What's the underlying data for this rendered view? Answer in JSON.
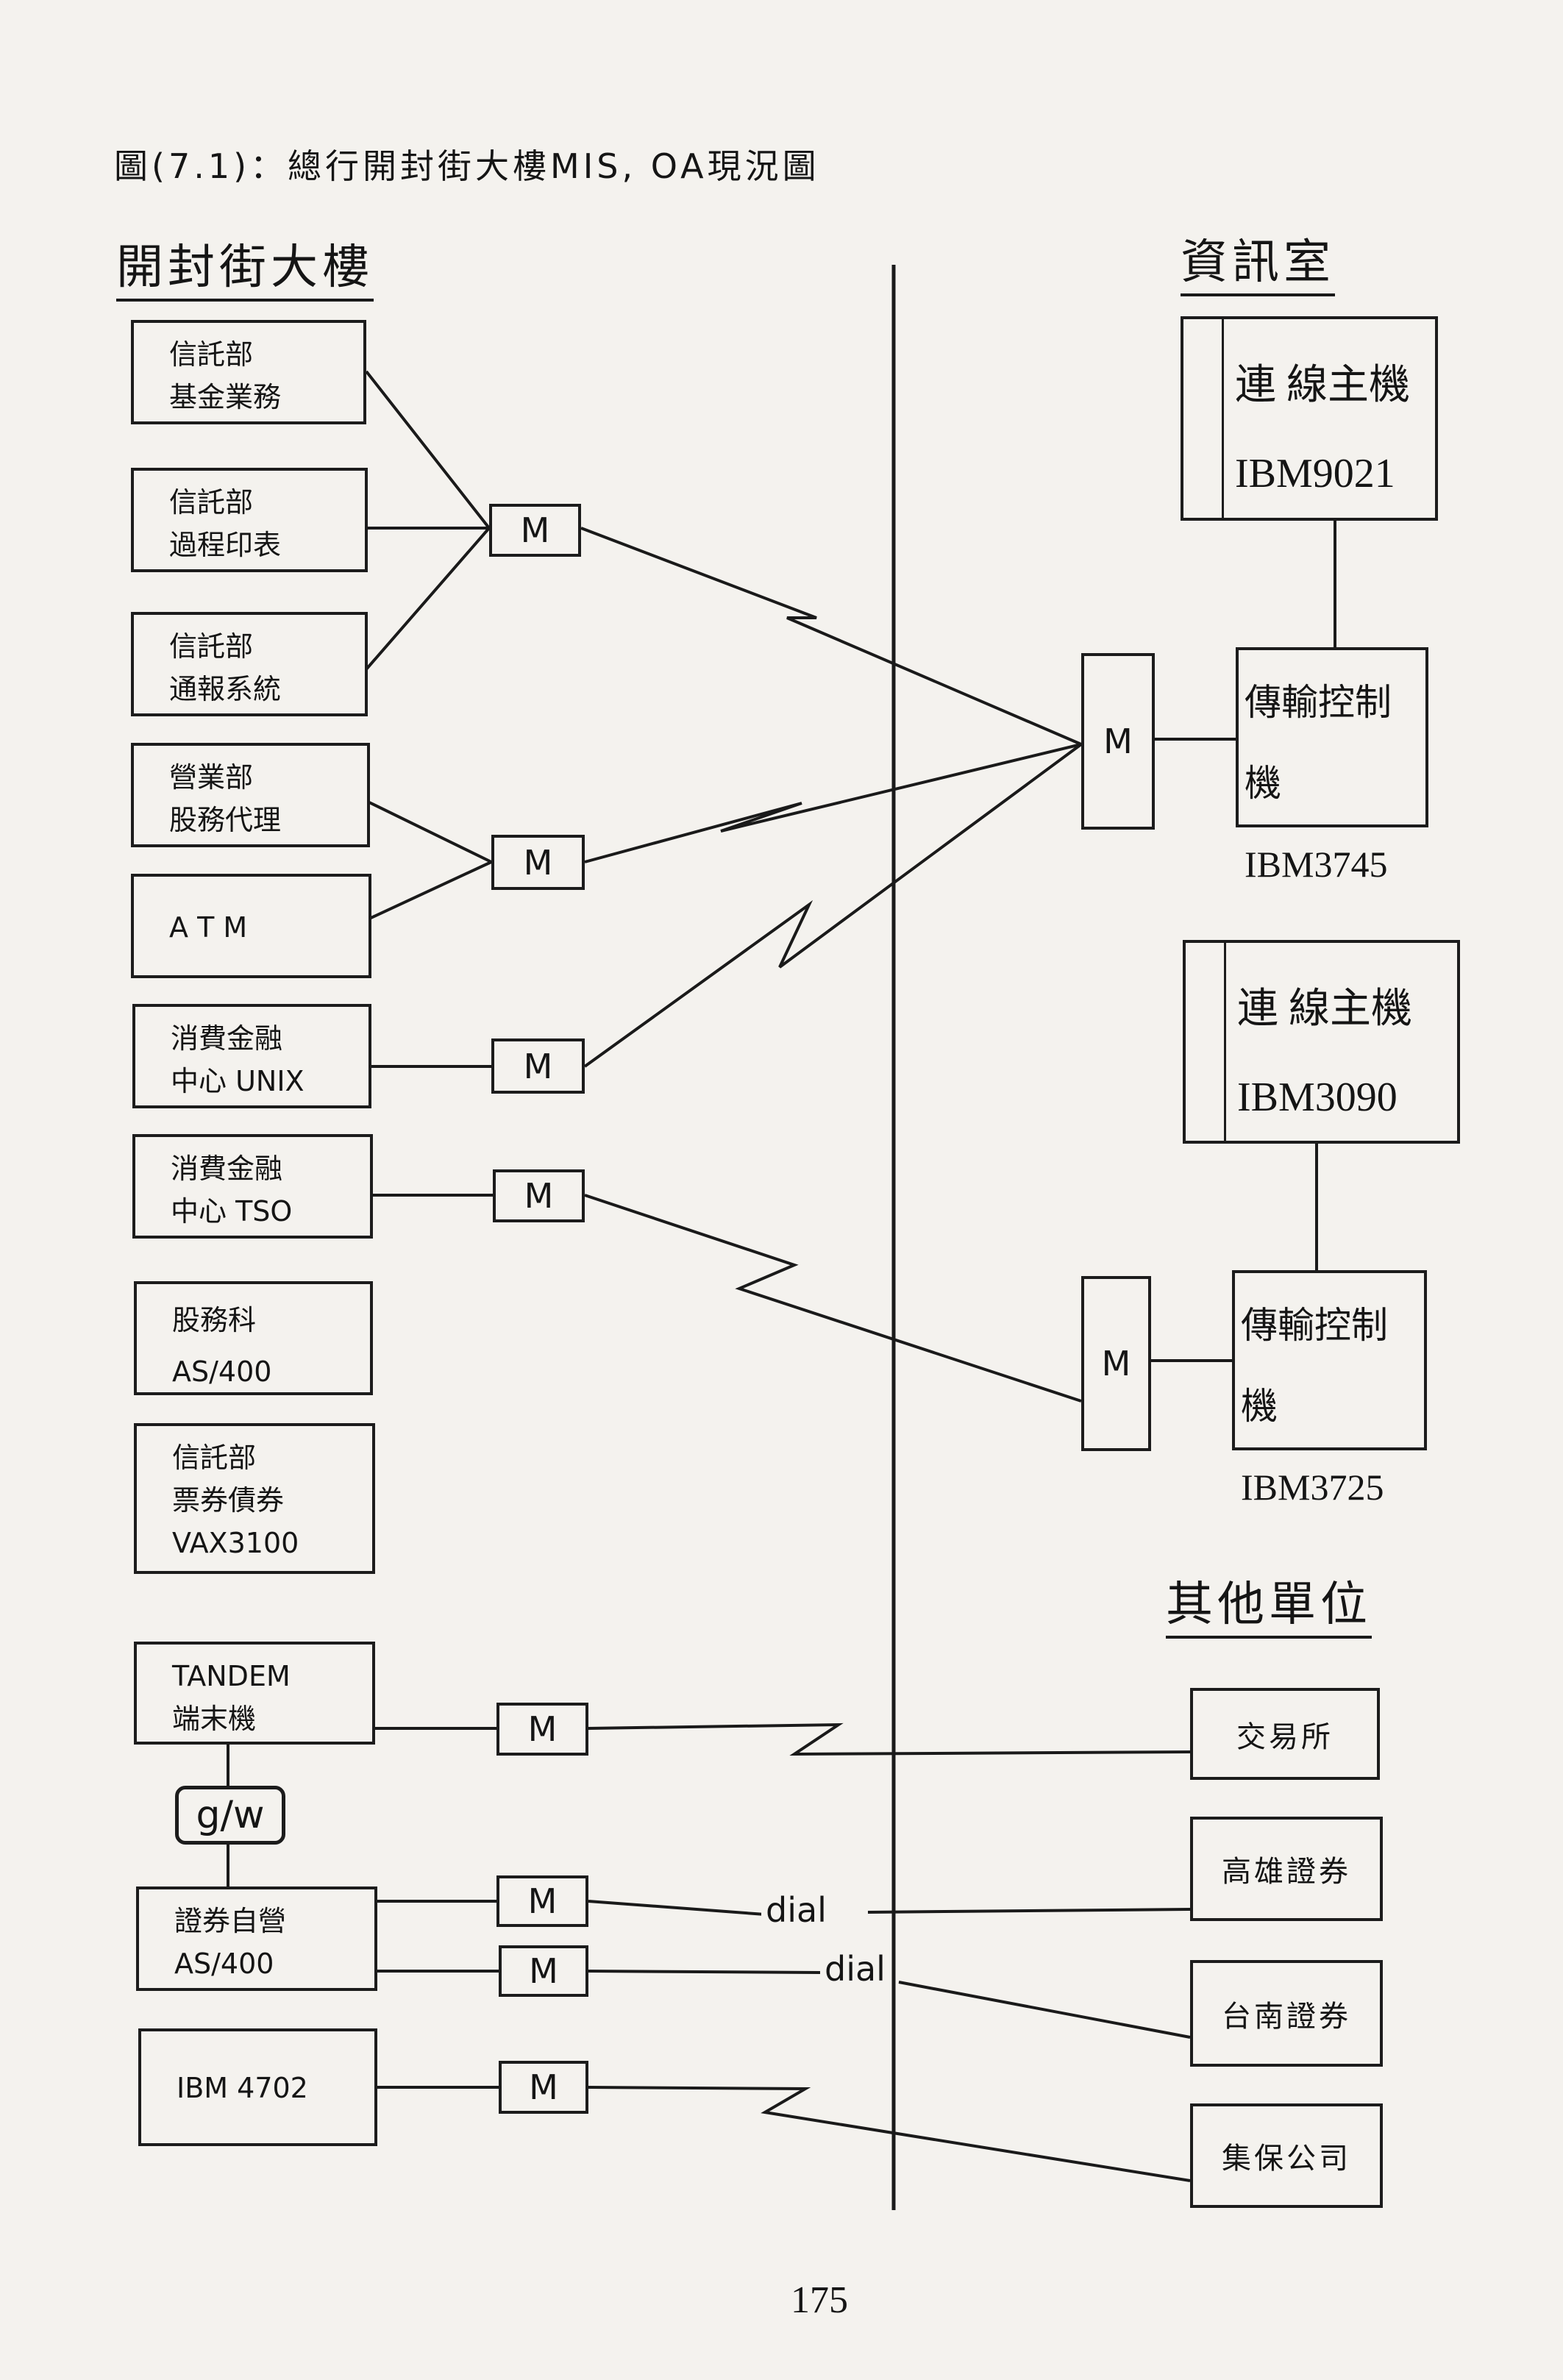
{
  "caption": "圖(7.1)：總行開封街大樓MIS, OA現況圖",
  "headings": {
    "left": "開封街大樓",
    "info_room": "資訊室",
    "other_units": "其他單位"
  },
  "departments": [
    "信託部\n基金業務",
    "信託部\n過程印表",
    "信託部\n通報系統",
    "營業部\n股務代理",
    "A T M",
    "消費金融\n中心  UNIX",
    "消費金融\n中心  TSO",
    "股務科\nAS/400",
    "信託部\n票券債券\nVAX3100",
    "TANDEM\n端末機",
    "證券自營\nAS/400",
    "IBM 4702"
  ],
  "gateway_label": "g/w",
  "modem_label": "M",
  "hosts": [
    {
      "line1": "連  線主機",
      "line2": "IBM9021"
    },
    {
      "line1": "連  線主機",
      "line2": "IBM3090"
    }
  ],
  "controllers": [
    {
      "line1": "傳輸控制機",
      "line2": "IBM3745"
    },
    {
      "line1": "傳輸控制機",
      "line2": "IBM3725"
    }
  ],
  "destinations": [
    "交易所",
    "高雄證券",
    "台南證券",
    "集保公司"
  ],
  "dial_labels": [
    "dial",
    "dial"
  ],
  "page_number": "175"
}
